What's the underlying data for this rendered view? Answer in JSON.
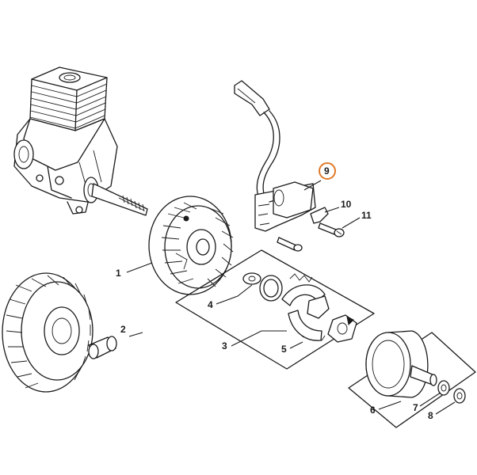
{
  "callouts": {
    "c1": "1",
    "c2": "2",
    "c3": "3",
    "c4": "4",
    "c5": "5",
    "c6": "6",
    "c7": "7",
    "c8": "8",
    "c9": "9",
    "c10": "10",
    "c11": "11"
  },
  "highlight": {
    "callout": "9",
    "color": "#e07a2a"
  },
  "colors": {
    "line": "#1a1a1a",
    "background": "#ffffff"
  }
}
